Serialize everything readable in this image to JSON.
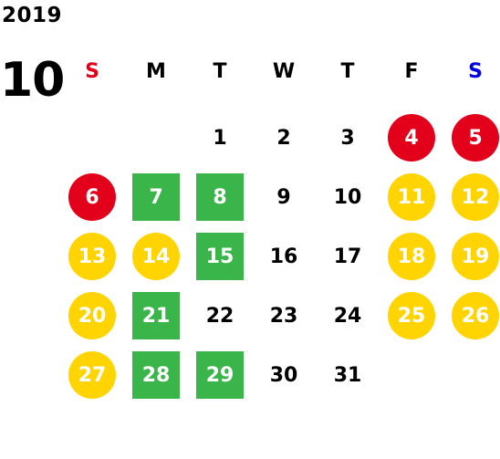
{
  "calendar": {
    "year": "2019",
    "month": "10",
    "weekdays": [
      {
        "label": "S",
        "color": "#e3001b"
      },
      {
        "label": "M",
        "color": "#000000"
      },
      {
        "label": "T",
        "color": "#000000"
      },
      {
        "label": "W",
        "color": "#000000"
      },
      {
        "label": "T",
        "color": "#000000"
      },
      {
        "label": "F",
        "color": "#000000"
      },
      {
        "label": "S",
        "color": "#0000e0"
      }
    ],
    "colors": {
      "red": "#e3001b",
      "yellow": "#ffd400",
      "green": "#39b54a"
    },
    "weeks": [
      [
        null,
        null,
        {
          "d": "1"
        },
        {
          "d": "2"
        },
        {
          "d": "3"
        },
        {
          "d": "4",
          "s": "red"
        },
        {
          "d": "5",
          "s": "red"
        }
      ],
      [
        {
          "d": "6",
          "s": "red"
        },
        {
          "d": "7",
          "s": "green"
        },
        {
          "d": "8",
          "s": "green"
        },
        {
          "d": "9"
        },
        {
          "d": "10"
        },
        {
          "d": "11",
          "s": "yellow"
        },
        {
          "d": "12",
          "s": "yellow"
        }
      ],
      [
        {
          "d": "13",
          "s": "yellow"
        },
        {
          "d": "14",
          "s": "yellow"
        },
        {
          "d": "15",
          "s": "green"
        },
        {
          "d": "16"
        },
        {
          "d": "17"
        },
        {
          "d": "18",
          "s": "yellow"
        },
        {
          "d": "19",
          "s": "yellow"
        }
      ],
      [
        {
          "d": "20",
          "s": "yellow"
        },
        {
          "d": "21",
          "s": "green"
        },
        {
          "d": "22"
        },
        {
          "d": "23"
        },
        {
          "d": "24"
        },
        {
          "d": "25",
          "s": "yellow"
        },
        {
          "d": "26",
          "s": "yellow"
        }
      ],
      [
        {
          "d": "27",
          "s": "yellow"
        },
        {
          "d": "28",
          "s": "green"
        },
        {
          "d": "29",
          "s": "green"
        },
        {
          "d": "30"
        },
        {
          "d": "31"
        },
        null,
        null
      ]
    ]
  }
}
